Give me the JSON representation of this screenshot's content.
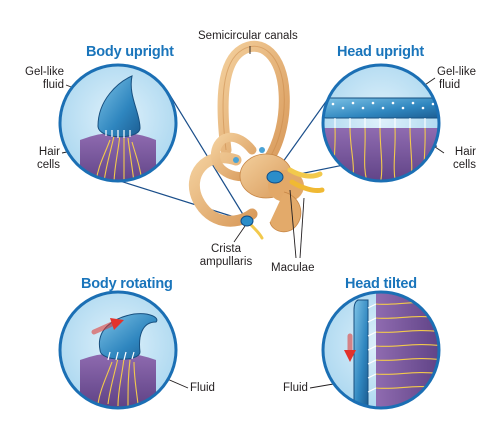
{
  "titles": {
    "body_upright": "Body upright",
    "head_upright": "Head upright",
    "body_rotating": "Body rotating",
    "head_tilted": "Head tilted"
  },
  "labels": {
    "semicircular_canals": "Semicircular canals",
    "gel_like_fluid_left": [
      "Gel-like",
      "fluid"
    ],
    "hair_cells_left": [
      "Hair",
      "cells"
    ],
    "gel_like_fluid_right": [
      "Gel-like",
      "fluid"
    ],
    "hair_cells_right": [
      "Hair",
      "cells"
    ],
    "crista_ampullaris": [
      "Crista",
      "ampullaris"
    ],
    "maculae": "Maculae",
    "fluid_left": "Fluid",
    "fluid_right": "Fluid"
  },
  "colors": {
    "title_blue": "#1a75bb",
    "circle_blue": "#2b8dc9",
    "gel_blue": "#3b8fc0",
    "hair_purple": "#7c5a9c",
    "nerve_yellow": "#f2c94c",
    "arrow_red": "#e2322b",
    "canal_tan": "#e6b47a"
  }
}
